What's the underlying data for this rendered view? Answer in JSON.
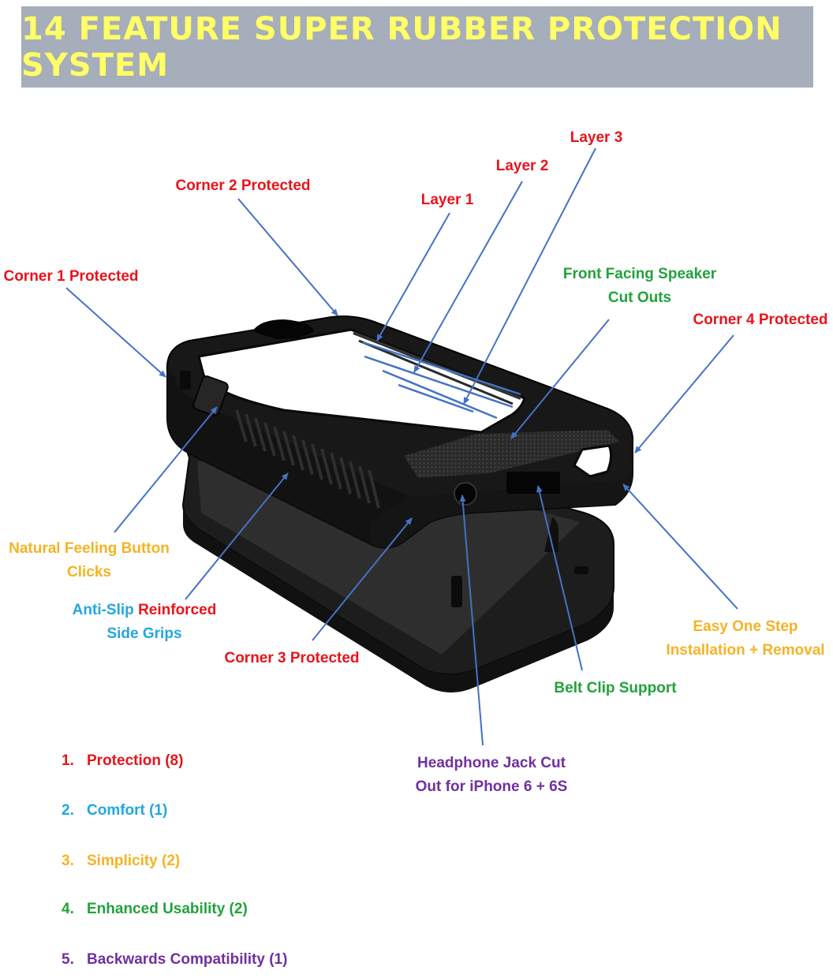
{
  "title": "14 FEATURE SUPER RUBBER PROTECTION SYSTEM",
  "colors": {
    "banner_bg": "#a6adbb",
    "title": "#ffff66",
    "protection": "#e8141b",
    "comfort": "#22a7e0",
    "simplicity": "#f5b324",
    "usability": "#21a23b",
    "compatibility": "#7030a0",
    "leader_lines": "#4472c4"
  },
  "callouts": {
    "layer3": "Layer 3",
    "layer2": "Layer 2",
    "layer1": "Layer 1",
    "corner2": "Corner 2 Protected",
    "corner1": "Corner 1 Protected",
    "speaker_line1": "Front Facing Speaker",
    "speaker_line2": "Cut Outs",
    "corner4": "Corner 4 Protected",
    "buttons_line1": "Natural Feeling Button",
    "buttons_line2": "Clicks",
    "grips_part1": "Anti-Slip",
    "grips_part2": "Reinforced",
    "grips_line2": "Side Grips",
    "corner3": "Corner 3 Protected",
    "easy_line1": "Easy One Step",
    "easy_line2": "Installation + Removal",
    "belt": "Belt Clip Support",
    "jack_line1": "Headphone Jack Cut",
    "jack_line2": "Out for iPhone 6 + 6S"
  },
  "legend": [
    {
      "num": "1.",
      "label": "Protection (8)"
    },
    {
      "num": "2.",
      "label": "Comfort (1)"
    },
    {
      "num": "3.",
      "label": "Simplicity (2)"
    },
    {
      "num": "4.",
      "label": "Enhanced Usability (2)"
    },
    {
      "num": "5.",
      "label": "Backwards Compatibility (1)"
    }
  ]
}
